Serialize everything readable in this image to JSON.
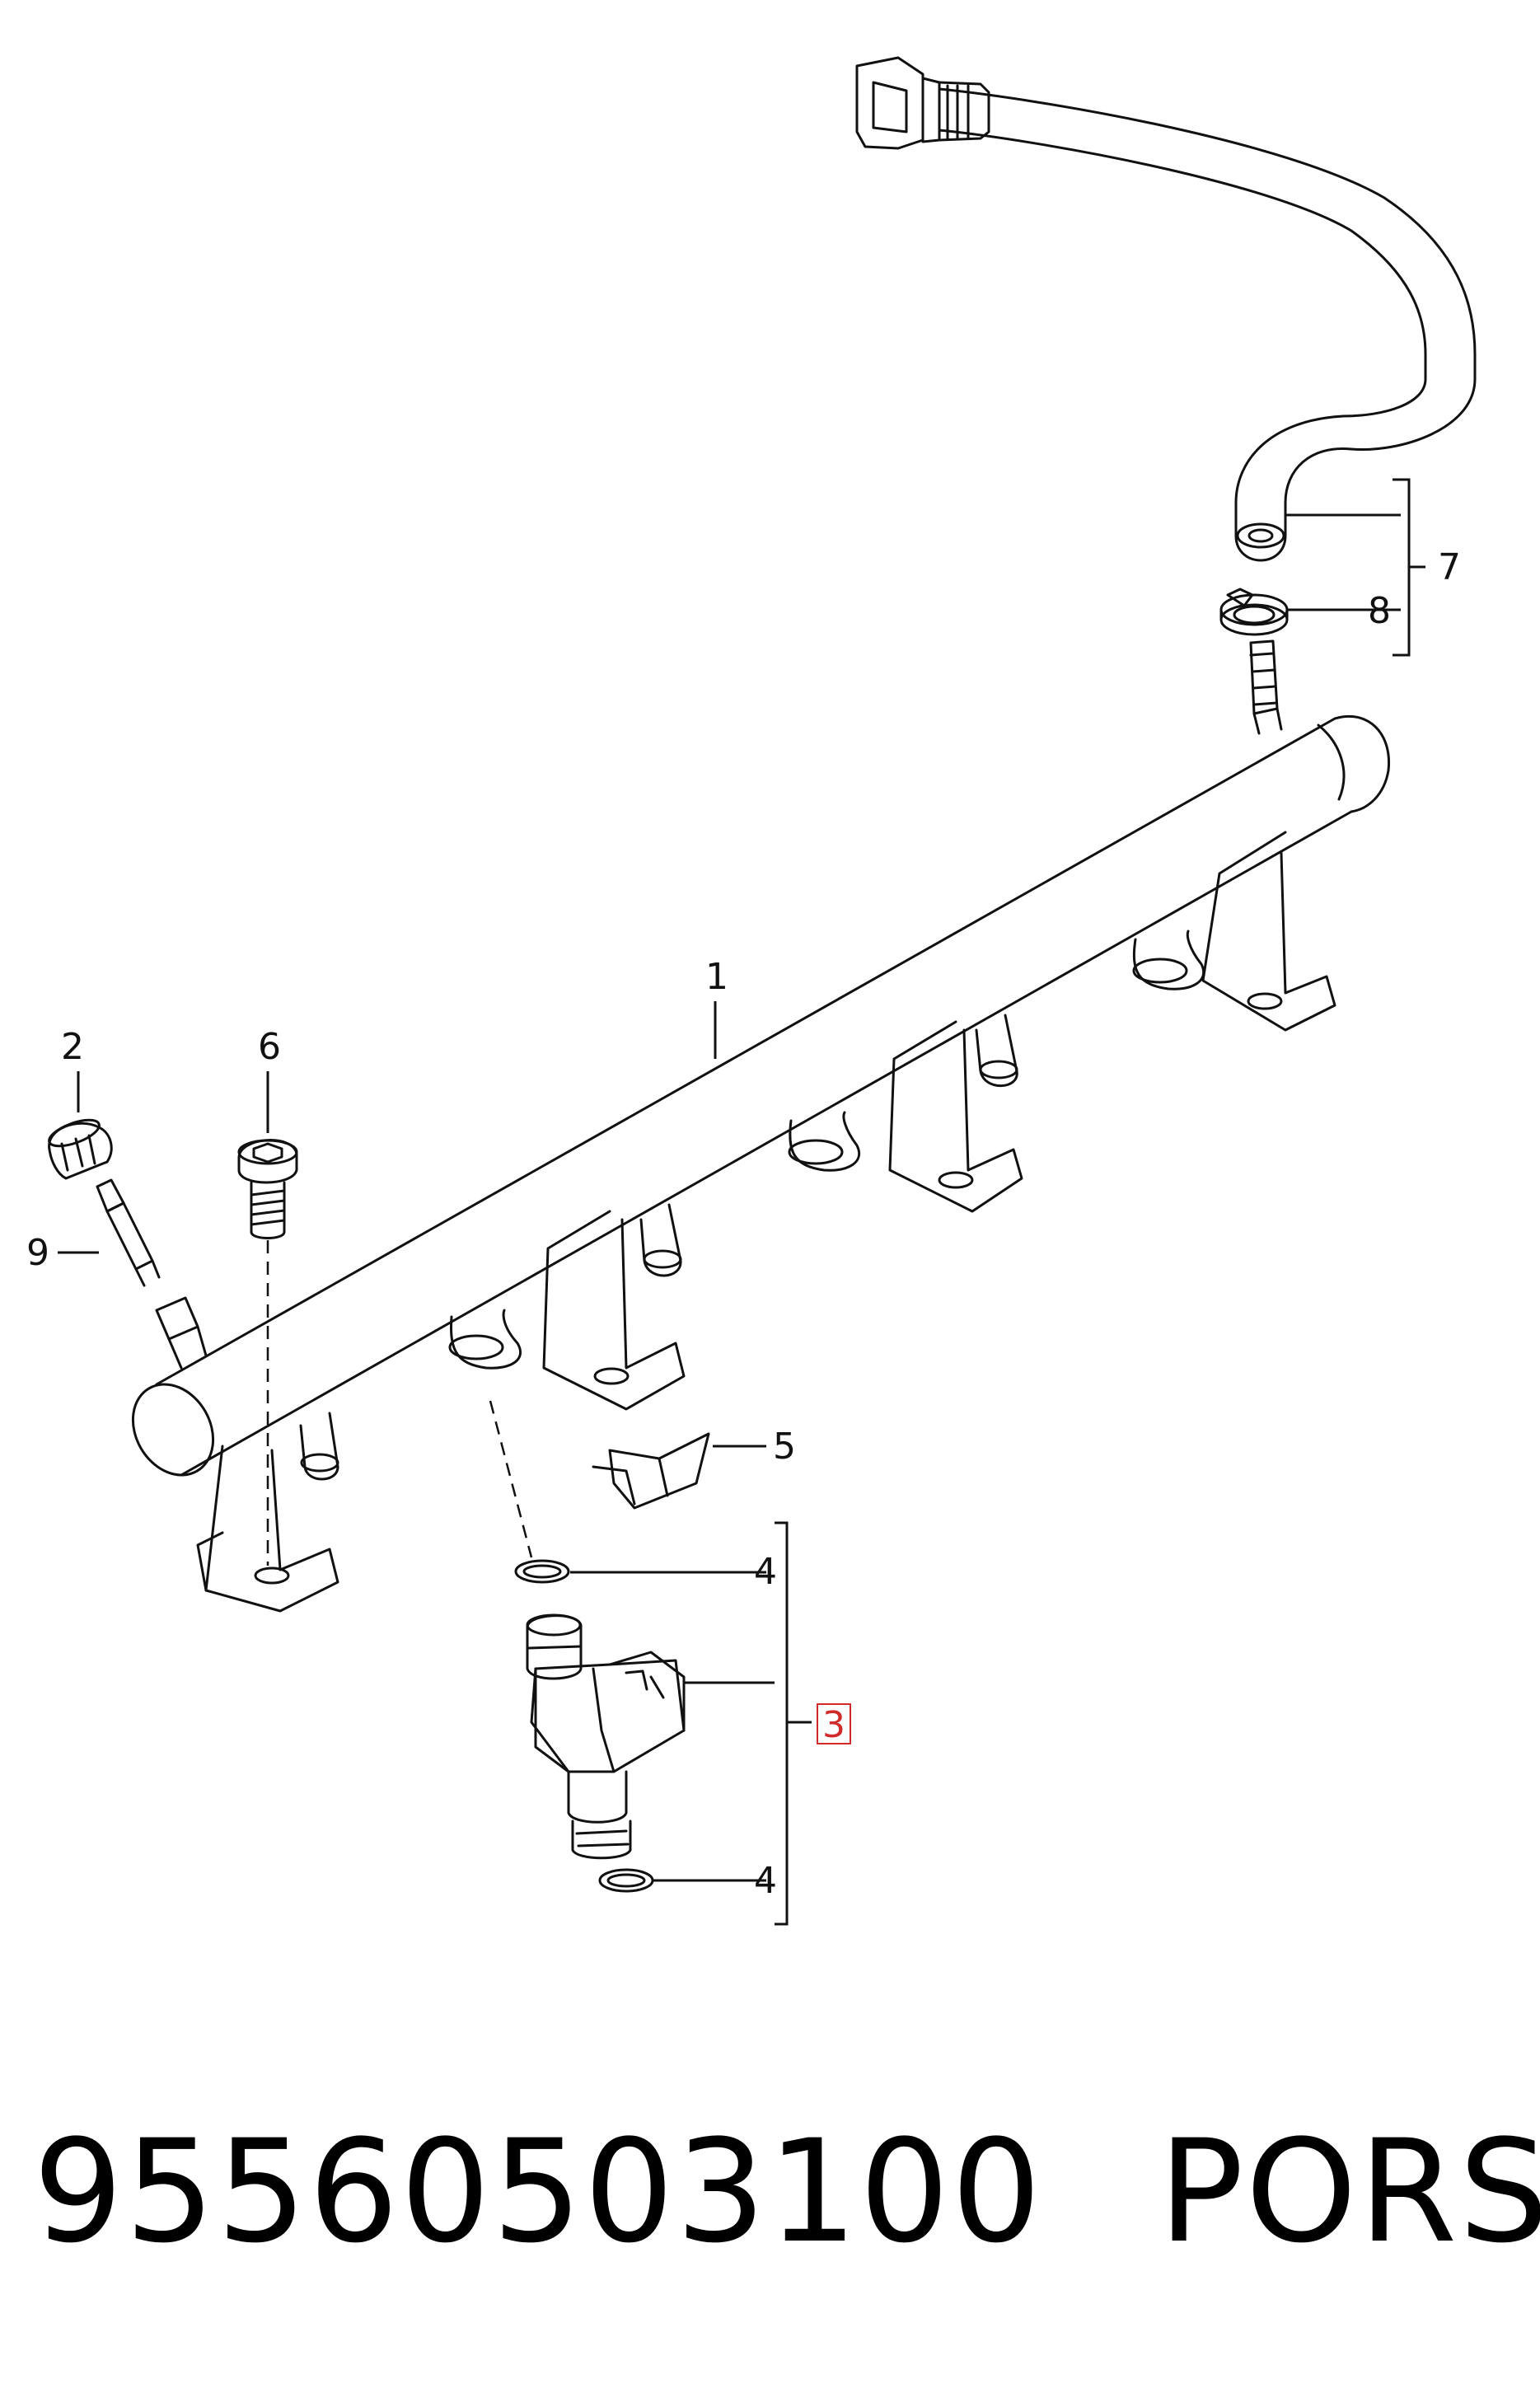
{
  "callouts": [
    {
      "id": "c1",
      "label": "1"
    },
    {
      "id": "c2",
      "label": "2"
    },
    {
      "id": "c3",
      "label": "3",
      "highlighted": true
    },
    {
      "id": "c4a",
      "label": "4"
    },
    {
      "id": "c4b",
      "label": "4"
    },
    {
      "id": "c5",
      "label": "5"
    },
    {
      "id": "c6",
      "label": "6"
    },
    {
      "id": "c7",
      "label": "7"
    },
    {
      "id": "c8",
      "label": "8"
    },
    {
      "id": "c9",
      "label": "9"
    }
  ],
  "caption": {
    "part_number": "95560503100",
    "brand": "PORSCHE"
  },
  "colors": {
    "line": "#111111",
    "highlight": "#d02a2a",
    "background": "#ffffff"
  }
}
